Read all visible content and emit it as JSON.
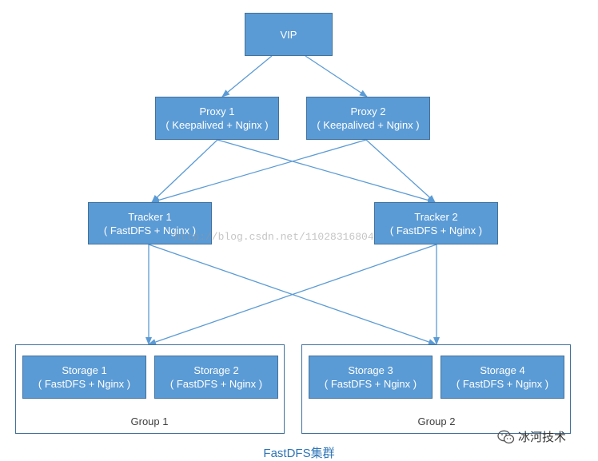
{
  "nodes": {
    "vip": {
      "title": "VIP"
    },
    "proxy1": {
      "title": "Proxy 1",
      "subtitle": "( Keepalived + Nginx )"
    },
    "proxy2": {
      "title": "Proxy 2",
      "subtitle": "( Keepalived + Nginx )"
    },
    "tracker1": {
      "title": "Tracker 1",
      "subtitle": "( FastDFS + Nginx )"
    },
    "tracker2": {
      "title": "Tracker 2",
      "subtitle": "( FastDFS + Nginx )"
    },
    "storage1": {
      "title": "Storage 1",
      "subtitle": "( FastDFS + Nginx )"
    },
    "storage2": {
      "title": "Storage 2",
      "subtitle": "( FastDFS + Nginx )"
    },
    "storage3": {
      "title": "Storage 3",
      "subtitle": "( FastDFS + Nginx )"
    },
    "storage4": {
      "title": "Storage 4",
      "subtitle": "( FastDFS + Nginx )"
    }
  },
  "groups": {
    "group1": "Group 1",
    "group2": "Group 2"
  },
  "caption": "FastDFS集群",
  "watermark": "http://blog.csdn.net/11028316804",
  "brand": {
    "name": "冰河技术",
    "icon": "wechat-icon"
  },
  "colors": {
    "node_fill": "#5b9bd5",
    "node_border": "#41719c",
    "edge": "#5b9bd5",
    "caption": "#2e75b6"
  }
}
